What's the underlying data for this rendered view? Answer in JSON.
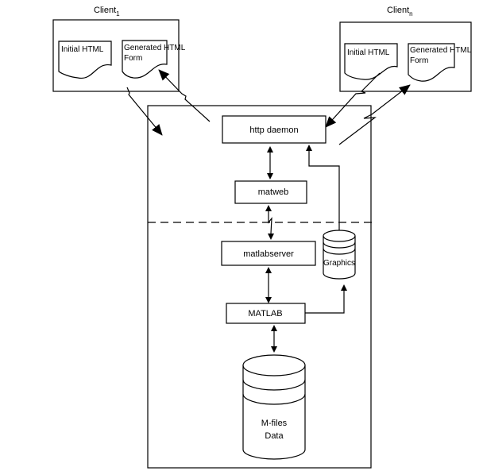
{
  "diagram": {
    "clients": [
      {
        "name": "Client",
        "subscript": "1",
        "docs": [
          {
            "label": "Initial HTML"
          },
          {
            "label_line1": "Generated HTML",
            "label_line2": "Form"
          }
        ]
      },
      {
        "name": "Client",
        "subscript": "n",
        "docs": [
          {
            "label": "Initial HTML"
          },
          {
            "label_line1": "Generated HTML",
            "label_line2": "Form"
          }
        ]
      }
    ],
    "components": {
      "http_daemon": "http daemon",
      "matweb": "matweb",
      "matlabserver": "matlabserver",
      "matlab": "MATLAB",
      "graphics": "Graphics",
      "mfiles_line1": "M-files",
      "mfiles_line2": "Data"
    },
    "colors": {
      "line": "#000000",
      "background": "#ffffff"
    }
  }
}
